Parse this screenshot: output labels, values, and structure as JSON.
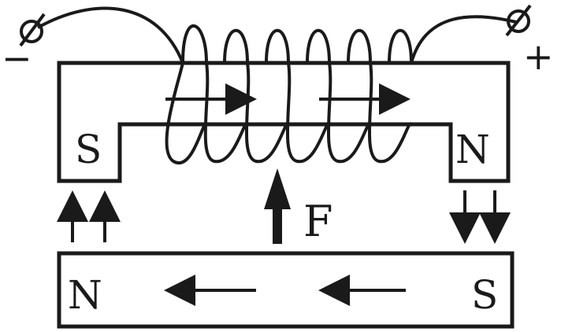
{
  "terminals": {
    "negative": "−",
    "positive": "+"
  },
  "electromagnet": {
    "left_pole": "S",
    "right_pole": "N"
  },
  "bar_magnet": {
    "left_pole": "N",
    "right_pole": "S"
  },
  "force_label": "F",
  "colors": {
    "ink": "#1a1a1a",
    "background": "#ffffff"
  }
}
